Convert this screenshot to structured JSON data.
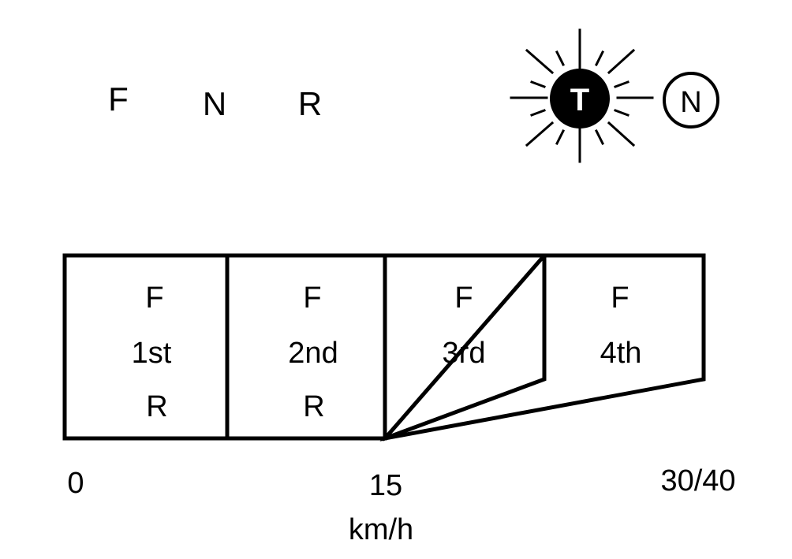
{
  "selector": {
    "forward": "F",
    "neutral": "N",
    "reverse": "R"
  },
  "indicators": {
    "active": {
      "letter": "T",
      "icon": "sun-glow-indicator-icon"
    },
    "inactive": {
      "letter": "N",
      "icon": "circle-indicator-icon"
    }
  },
  "gears": [
    {
      "top": "F",
      "middle": "1st",
      "bottom": "R"
    },
    {
      "top": "F",
      "middle": "2nd",
      "bottom": "R"
    },
    {
      "top": "F",
      "middle": "3rd",
      "bottom": ""
    },
    {
      "top": "F",
      "middle": "4th",
      "bottom": ""
    }
  ],
  "axis": {
    "start": "0",
    "mid": "15",
    "end": "30/40",
    "unit": "km/h"
  },
  "colors": {
    "ink": "#000000",
    "paper": "#ffffff"
  }
}
